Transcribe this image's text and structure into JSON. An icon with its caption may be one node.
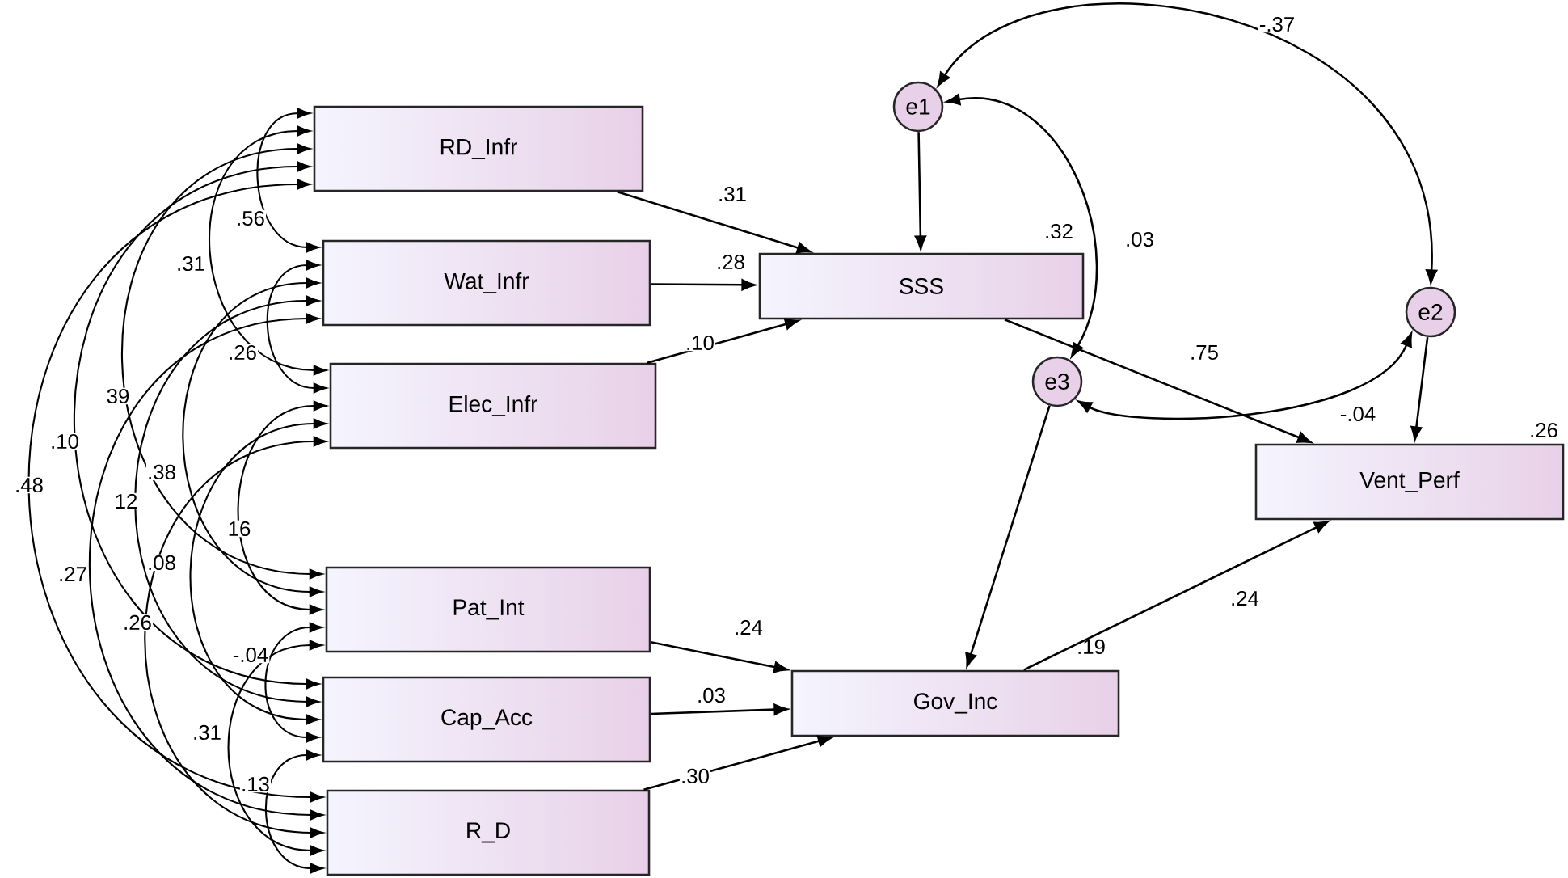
{
  "diagram": {
    "nodes": [
      {
        "text": [
          "RD_Infr"
        ]
      },
      {
        "text": [
          "Wat_Infr"
        ]
      },
      {
        "text": [
          "Elec_Infr"
        ]
      },
      {
        "text": [
          "Pat_Int"
        ]
      },
      {
        "text": [
          "Cap_Acc"
        ]
      },
      {
        "text": [
          "R_D"
        ]
      },
      {
        "text": [
          "e1"
        ]
      },
      {
        "text": [
          "SSS"
        ],
        "beside": [
          ".32"
        ]
      },
      {
        "text": [
          "e3"
        ]
      },
      {
        "text": [
          "e2"
        ]
      },
      {
        "text": [
          "Vent_Perf"
        ],
        "beside": [
          ".26"
        ]
      },
      {
        "text": [
          "Gov_Inc"
        ],
        "beside": [
          ".19"
        ]
      }
    ],
    "edges": [
      {
        "from": 0,
        "to": 1,
        "arrow": "both",
        "label": ".56"
      },
      {
        "from": 1,
        "to": 2,
        "arrow": "both",
        "label": ".26"
      },
      {
        "from": 2,
        "to": 3,
        "arrow": "both",
        "label": "16"
      },
      {
        "from": 3,
        "to": 4,
        "arrow": "both",
        "label": "-.04"
      },
      {
        "from": 4,
        "to": 5,
        "arrow": "both",
        "label": ".13"
      },
      {
        "from": 0,
        "to": 2,
        "arrow": "both",
        "label": ".31"
      },
      {
        "from": 1,
        "to": 3,
        "arrow": "both",
        "label": ".38"
      },
      {
        "from": 2,
        "to": 4,
        "arrow": "both",
        "label": ".08"
      },
      {
        "from": 3,
        "to": 5,
        "arrow": "both",
        "label": ".31"
      },
      {
        "from": 0,
        "to": 3,
        "arrow": "both",
        "label": "39"
      },
      {
        "from": 1,
        "to": 4,
        "arrow": "both",
        "label": "12"
      },
      {
        "from": 2,
        "to": 5,
        "arrow": "both",
        "label": ".26"
      },
      {
        "from": 0,
        "to": 4,
        "arrow": "both",
        "label": ".10"
      },
      {
        "from": 1,
        "to": 5,
        "arrow": "both",
        "label": ".27"
      },
      {
        "from": 0,
        "to": 5,
        "arrow": "both",
        "label": ".48"
      },
      {
        "from": 0,
        "to": 7,
        "arrow": "to",
        "label": ".31"
      },
      {
        "from": 1,
        "to": 7,
        "arrow": "to",
        "label": ".28"
      },
      {
        "from": 2,
        "to": 7,
        "arrow": "to",
        "label": ".10"
      },
      {
        "from": 3,
        "to": 11,
        "arrow": "to",
        "label": ".24"
      },
      {
        "from": 4,
        "to": 11,
        "arrow": "to",
        "label": ".03"
      },
      {
        "from": 5,
        "to": 11,
        "arrow": "to",
        "label": ".30"
      },
      {
        "from": 6,
        "to": 7,
        "arrow": "to"
      },
      {
        "from": 8,
        "to": 11,
        "arrow": "to"
      },
      {
        "from": 9,
        "to": 10,
        "arrow": "to"
      },
      {
        "from": 7,
        "to": 10,
        "arrow": "to",
        "label": ".75"
      },
      {
        "from": 11,
        "to": 10,
        "arrow": "to",
        "label": ".24"
      },
      {
        "from": 6,
        "to": 9,
        "arrow": "both",
        "label": "-.37"
      },
      {
        "from": 6,
        "to": 8,
        "arrow": "both",
        "label": ".03"
      },
      {
        "from": 9,
        "to": 8,
        "arrow": "both",
        "label": "-.04"
      }
    ]
  }
}
